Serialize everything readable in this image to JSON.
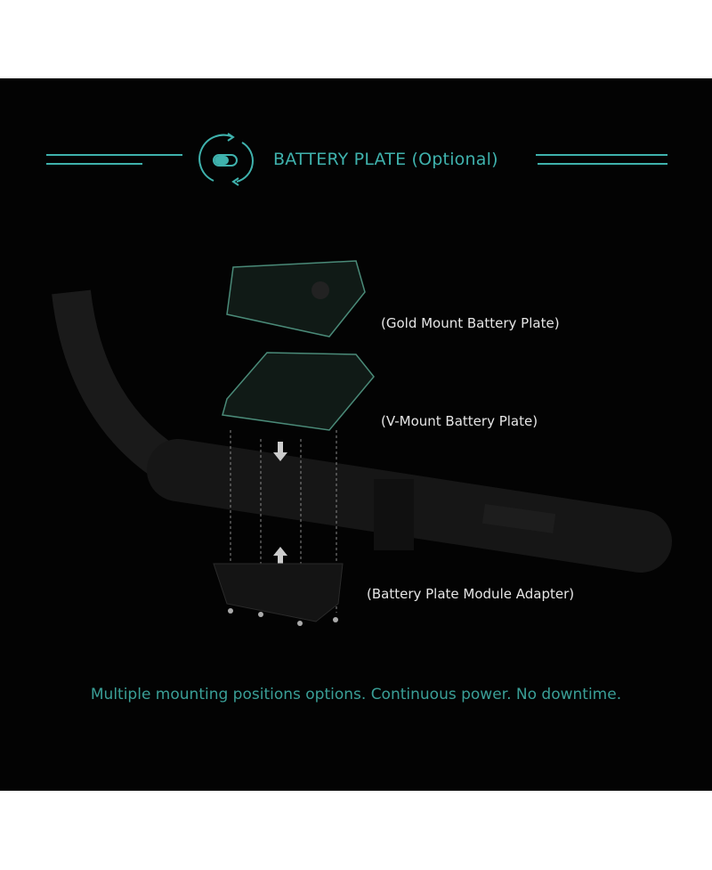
{
  "header": {
    "title": "BATTERY PLATE (Optional)",
    "icon": "battery-swap-icon"
  },
  "labels": {
    "gold_mount": "(Gold Mount Battery Plate)",
    "v_mount": "(V-Mount Battery Plate)",
    "adapter": "(Battery Plate Module Adapter)"
  },
  "tagline": "Multiple mounting positions options. Continuous power. No downtime.",
  "colors": {
    "accent": "#3fb2ad",
    "background": "#030303",
    "glow": "#5fbfa8"
  }
}
